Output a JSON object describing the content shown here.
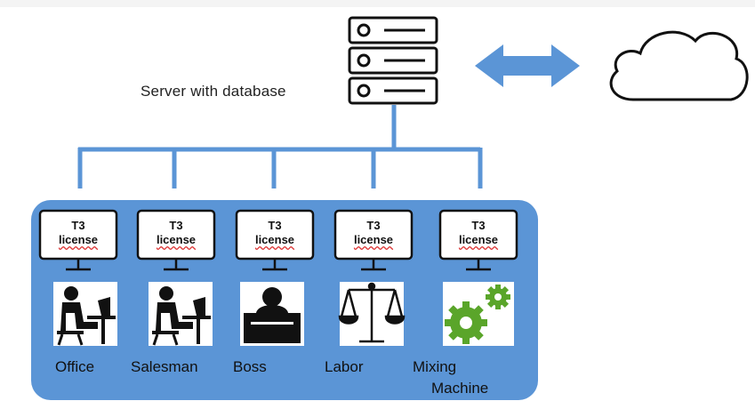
{
  "server": {
    "label": "Server with database"
  },
  "workstations": [
    {
      "monitor_line1": "T3",
      "monitor_line2": "license",
      "role": "Office",
      "icon": "person-at-desk-icon"
    },
    {
      "monitor_line1": "T3",
      "monitor_line2": "license",
      "role": "Salesman",
      "icon": "person-at-desk-icon"
    },
    {
      "monitor_line1": "T3",
      "monitor_line2": "license",
      "role": "Boss",
      "icon": "boss-at-desk-icon"
    },
    {
      "monitor_line1": "T3",
      "monitor_line2": "license",
      "role": "Labor",
      "icon": "scales-icon"
    },
    {
      "monitor_line1": "T3",
      "monitor_line2": "license",
      "role": "Mixing Machine",
      "role_line1": "Mixing",
      "role_line2": "Machine",
      "icon": "gears-icon"
    }
  ],
  "colors": {
    "network_line": "#5b95d6",
    "panel": "#5b95d6",
    "arrow": "#5b95d6",
    "gear": "#5aa52a"
  }
}
